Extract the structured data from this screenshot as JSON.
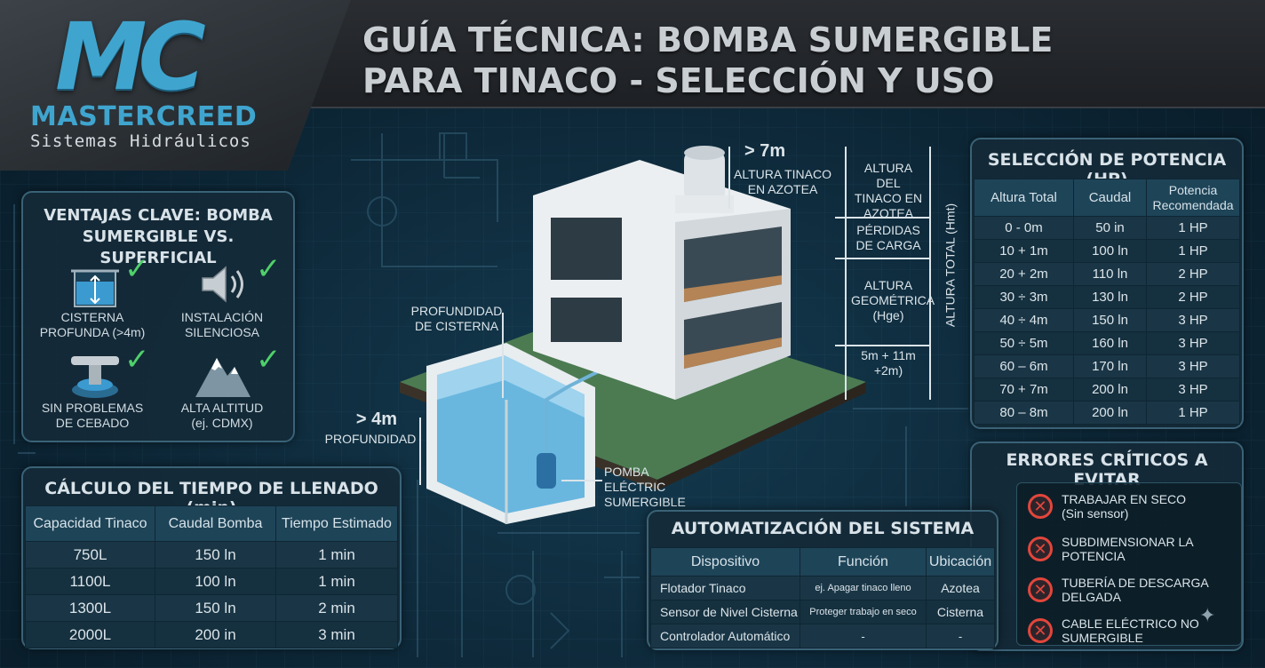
{
  "brand": {
    "logo_text": "MC",
    "name_part1": "MASTER",
    "name_part2": "CREED",
    "tagline": "Sistemas Hidráulicos"
  },
  "title": {
    "line1": "GUÍA TÉCNICA: BOMBA SUMERGIBLE",
    "line2": "PARA TINACO - SELECCIÓN Y USO"
  },
  "ventajas": {
    "title_line1": "VENTAJAS CLAVE: BOMBA",
    "title_line2": "SUMERGIBLE VS. SUPERFICIAL",
    "items": [
      {
        "line1": "CISTERNA",
        "line2": "PROFUNDA (>4m)",
        "icon": "cistern-icon"
      },
      {
        "line1": "INSTALACIÓN",
        "line2": "SILENCIOSA",
        "icon": "speaker-icon"
      },
      {
        "line1": "SIN PROBLEMAS",
        "line2": "DE CEBADO",
        "icon": "pump-icon"
      },
      {
        "line1": "ALTA ALTITUD",
        "line2": "(ej. CDMX)",
        "icon": "mountain-icon"
      }
    ]
  },
  "tiempo": {
    "title": "CÁLCULO DEL TIEMPO DE LLENADO (min)",
    "headers": [
      "Capacidad Tinaco",
      "Caudal Bomba",
      "Tiempo Estimado"
    ],
    "rows": [
      [
        "750L",
        "150 ln",
        "1 min"
      ],
      [
        "1100L",
        "100 ln",
        "1 min"
      ],
      [
        "1300L",
        "150 ln",
        "2 min"
      ],
      [
        "2000L",
        "200 in",
        "3 min"
      ]
    ]
  },
  "diagram": {
    "altura_tinaco_value": "> 7m",
    "altura_tinaco_line1": "ALTURA TINACO",
    "altura_tinaco_line2": "EN AZOTEA",
    "altura_del_line1": "ALTURA DEL",
    "altura_del_line2": "TINACO EN",
    "altura_del_line3": "AZOTEA",
    "perdidas_line1": "PÉRDIDAS",
    "perdidas_line2": "DE CARGA",
    "geom_line1": "ALTURA",
    "geom_line2": "GEOMÉTRICA",
    "geom_line3": "(Hge)",
    "calc_line1": "5m + 11m",
    "calc_line2": "+2m)",
    "altura_total": "ALTURA TOTAL (Hmt)",
    "prof_cist_line1": "PROFUNDIDAD",
    "prof_cist_line2": "DE CISTERNA",
    "prof_value": "> 4m",
    "prof_label": "PROFUNDIDAD",
    "pump_line1": "POMBA ELÉCTRIC",
    "pump_line2": "SUMERGIBLE"
  },
  "seleccion": {
    "title": "SELECCIÓN DE POTENCIA (HP)",
    "headers": [
      "Altura Total",
      "Caudal",
      "Potencia Recomendada"
    ],
    "rows": [
      [
        "0 - 0m",
        "50 in",
        "1 HP"
      ],
      [
        "10 + 1m",
        "100 ln",
        "1 HP"
      ],
      [
        "20 + 2m",
        "110 ln",
        "2 HP"
      ],
      [
        "30 ÷ 3m",
        "130 ln",
        "2 HP"
      ],
      [
        "40 ÷ 4m",
        "150 ln",
        "3 HP"
      ],
      [
        "50 ÷ 5m",
        "160 ln",
        "3 HP"
      ],
      [
        "60 – 6m",
        "170 ln",
        "3 HP"
      ],
      [
        "70 + 7m",
        "200 ln",
        "3 HP"
      ],
      [
        "80 – 8m",
        "200 ln",
        "1 HP"
      ]
    ]
  },
  "errores": {
    "title": "ERRORES CRÍTICOS A EVITAR",
    "items": [
      {
        "line1": "TRABAJAR EN SECO",
        "line2": "(Sin sensor)"
      },
      {
        "line1": "SUBDIMENSIONAR LA POTENCIA",
        "line2": ""
      },
      {
        "line1": "TUBERÍA DE DESCARGA",
        "line2": "DELGADA"
      },
      {
        "line1": "CABLE ELÉCTRICO NO SUMERGIBLE",
        "line2": ""
      }
    ]
  },
  "auto": {
    "title": "AUTOMATIZACIÓN DEL SISTEMA",
    "headers": [
      "Dispositivo",
      "Función",
      "Ubicación"
    ],
    "rows": [
      [
        "Flotador Tinaco",
        "ej. Apagar tinaco lleno",
        "Azotea"
      ],
      [
        "Sensor de Nivel Cisterna",
        "Proteger trabajo en seco",
        "Cisterna"
      ],
      [
        "Controlador Automático",
        "-",
        "-"
      ]
    ]
  },
  "colors": {
    "accent": "#3fa5cf",
    "check": "#4fd06a",
    "error": "#e2463b",
    "panel_border": "#3a6276"
  }
}
